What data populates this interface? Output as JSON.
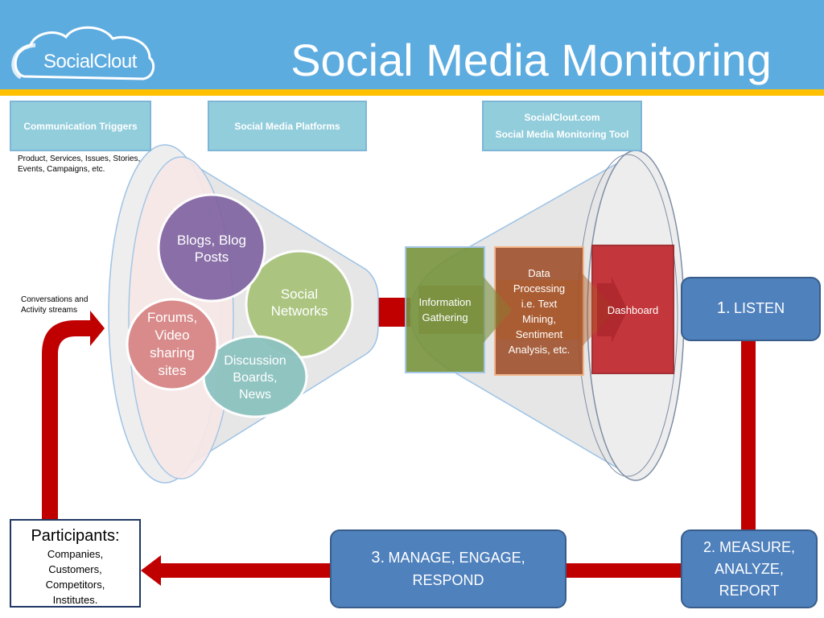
{
  "header": {
    "title": "Social Media Monitoring",
    "logo_text": "SocialClout"
  },
  "labels": {
    "triggers": "Communication Triggers",
    "platforms": "Social Media Platforms",
    "tool_line1": "SocialClout.com",
    "tool_line2": "Social Media Monitoring Tool",
    "triggers_note": "Product, Services, Issues, Stories, Events, Campaigns, etc.",
    "conversations_note": "Conversations and Activity streams"
  },
  "circles": {
    "blogs": [
      "Blogs, Blog",
      "Posts"
    ],
    "social": [
      "Social",
      "Networks"
    ],
    "forums": [
      "Forums,",
      "Video",
      "sharing",
      "sites"
    ],
    "discussion": [
      "Discussion",
      "Boards,",
      "News"
    ]
  },
  "process": {
    "gathering": [
      "Information",
      "Gathering"
    ],
    "processing": [
      "Data",
      "Processing",
      "i.e. Text",
      "Mining,",
      "Sentiment",
      "Analysis, etc."
    ],
    "dashboard": "Dashboard"
  },
  "steps": {
    "listen_num": "1.",
    "listen_label": "LISTEN",
    "measure": [
      "2. MEASURE,",
      "ANALYZE,",
      "REPORT"
    ],
    "manage_num": "3.",
    "manage_line1": "MANAGE, ENGAGE,",
    "manage_line2": "RESPOND"
  },
  "participants": {
    "title": "Participants:",
    "items": [
      "Companies,",
      "Customers,",
      "Competitors,",
      "Institutes."
    ]
  },
  "colors": {
    "header": "#5dace0",
    "stripe": "#ffc000",
    "arrow_red": "#c00000",
    "blue_box": "#4f81bd",
    "label_box": "#92cddc"
  }
}
